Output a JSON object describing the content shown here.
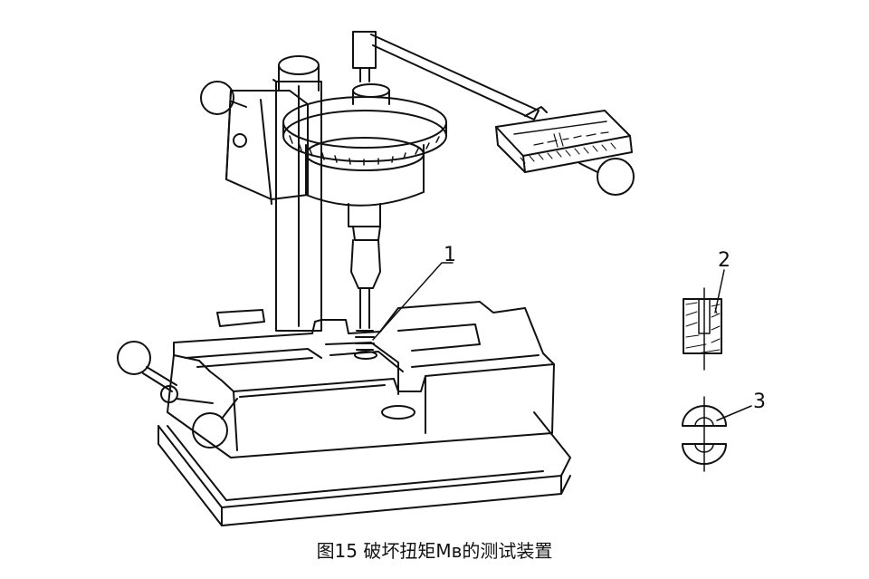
{
  "figure": {
    "callouts": [
      "1",
      "2",
      "3"
    ],
    "caption": "图15 破坏扭矩Mв的测试装置"
  }
}
